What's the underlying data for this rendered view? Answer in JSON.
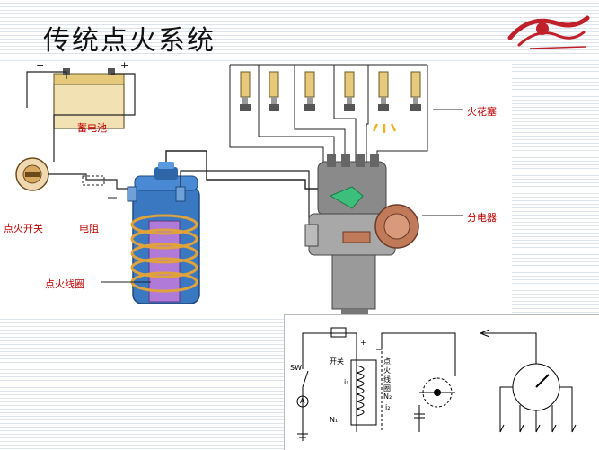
{
  "title": "传统点火系统",
  "labels": {
    "battery": "蓄电池",
    "ignition_switch": "点火开关",
    "resistor": "电阻",
    "ignition_coil": "点火线圈",
    "spark_plug": "火花塞",
    "distributor": "分电器",
    "battery_minus": "−",
    "battery_plus": "+"
  },
  "schematic_labels": {
    "sw": "SW",
    "switch": "开关",
    "coil_1": "点",
    "coil_2": "火",
    "coil_3": "线",
    "coil_4": "圈",
    "a_meter": "A",
    "n1": "N₁",
    "n2": "N₂",
    "i1": "i₁",
    "i2": "i₂",
    "plus": "+"
  },
  "colors": {
    "label_red": "#c00000",
    "coil_blue": "#3b78c2",
    "winding_gold": "#e0a23a",
    "core_purple": "#b07ad8",
    "battery_tan": "#f2e2b3",
    "distributor_gray": "#9a9a9a",
    "vacuum_brown": "#c07a5a",
    "rotor_green": "#3bbf7a"
  }
}
